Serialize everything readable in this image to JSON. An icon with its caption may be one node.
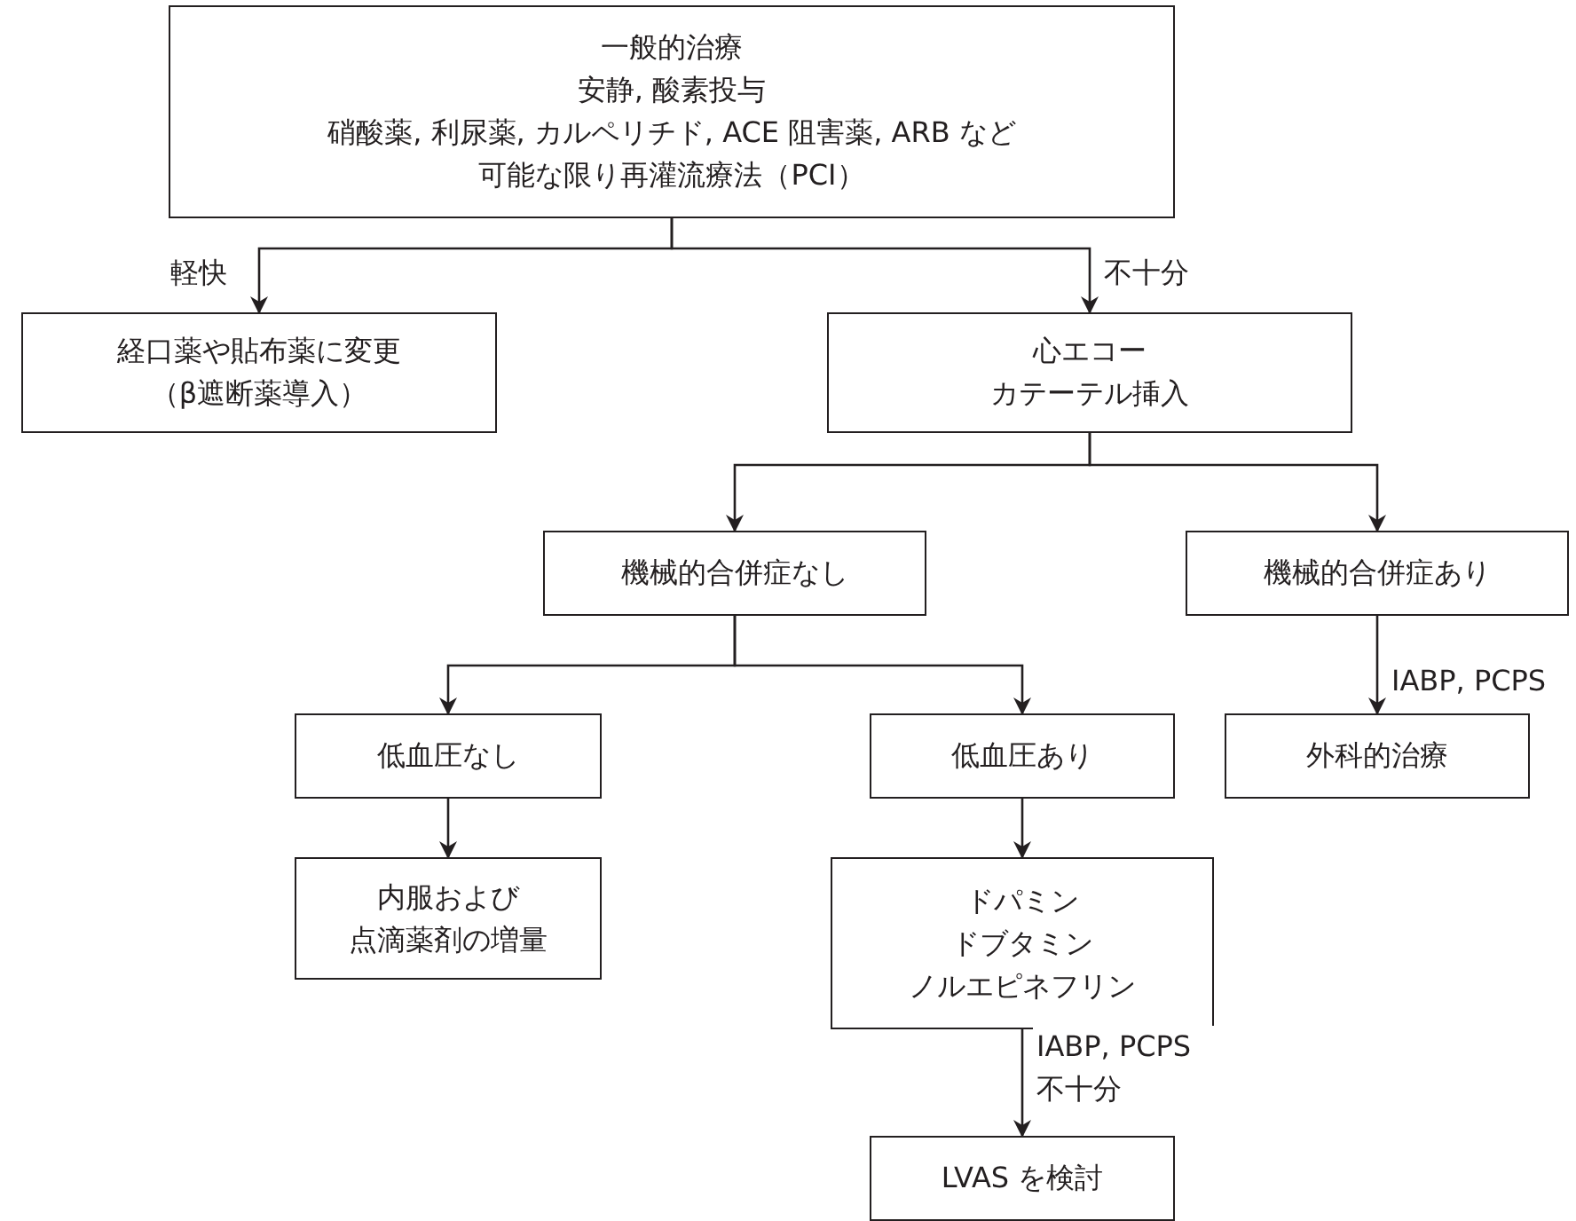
{
  "diagram": {
    "nodes": [
      {
        "text": [
          "一般的治療",
          "安静, 酸素投与",
          "硝酸薬, 利尿薬, カルペリチド, ACE 阻害薬, ARB など",
          "可能な限り再灌流療法（PCI）"
        ]
      },
      {
        "text": [
          "経口薬や貼布薬に変更",
          "（β遮断薬導入）"
        ]
      },
      {
        "text": [
          "心エコー",
          "カテーテル挿入"
        ]
      },
      {
        "text": [
          "機械的合併症なし"
        ]
      },
      {
        "text": [
          "機械的合併症あり"
        ]
      },
      {
        "text": [
          "低血圧なし"
        ]
      },
      {
        "text": [
          "低血圧あり"
        ]
      },
      {
        "text": [
          "外科的治療"
        ]
      },
      {
        "text": [
          "内服および",
          "点滴薬剤の増量"
        ]
      },
      {
        "text": [
          "ドパミン",
          "ドブタミン",
          "ノルエピネフリン"
        ]
      },
      {
        "text": [
          "LVAS を検討"
        ]
      }
    ],
    "edges": [
      {
        "from": 0,
        "to": 1,
        "arrow": "to",
        "label": "軽快"
      },
      {
        "from": 0,
        "to": 2,
        "arrow": "to",
        "label": "不十分"
      },
      {
        "from": 2,
        "to": 3,
        "arrow": "to"
      },
      {
        "from": 2,
        "to": 4,
        "arrow": "to"
      },
      {
        "from": 3,
        "to": 5,
        "arrow": "to"
      },
      {
        "from": 3,
        "to": 6,
        "arrow": "to"
      },
      {
        "from": 4,
        "to": 7,
        "arrow": "to",
        "label": "IABP, PCPS"
      },
      {
        "from": 5,
        "to": 8,
        "arrow": "to"
      },
      {
        "from": 6,
        "to": 9,
        "arrow": "to"
      },
      {
        "from": 9,
        "to": 10,
        "arrow": "to",
        "label": "IABP, PCPS 不十分"
      }
    ]
  }
}
